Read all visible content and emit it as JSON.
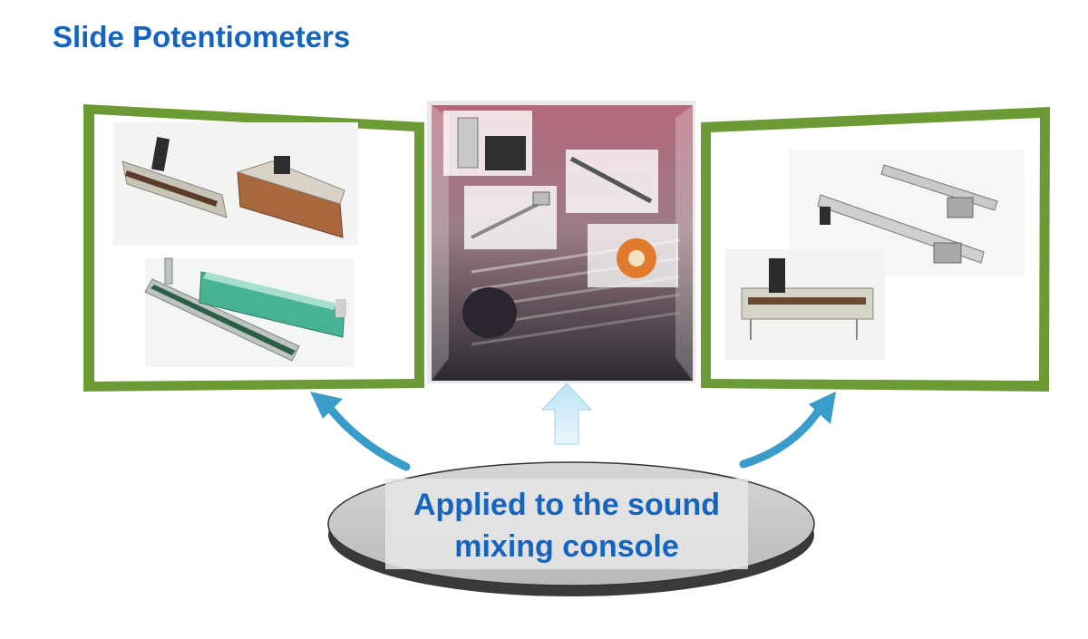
{
  "title": "Slide Potentiometers",
  "center_label": "Applied to the sound mixing console",
  "colors": {
    "title_blue": "#1565c0",
    "frame_green": "#6c9a35",
    "arrow_blue": "#3a9cc8",
    "disc_gray": "#c9c9c9"
  },
  "panels": [
    {
      "name": "left-panel",
      "content": "slide potentiometer product photos"
    },
    {
      "name": "center-panel",
      "content": "mixing console photo with component insets"
    },
    {
      "name": "right-panel",
      "content": "slide potentiometer product photos"
    }
  ]
}
